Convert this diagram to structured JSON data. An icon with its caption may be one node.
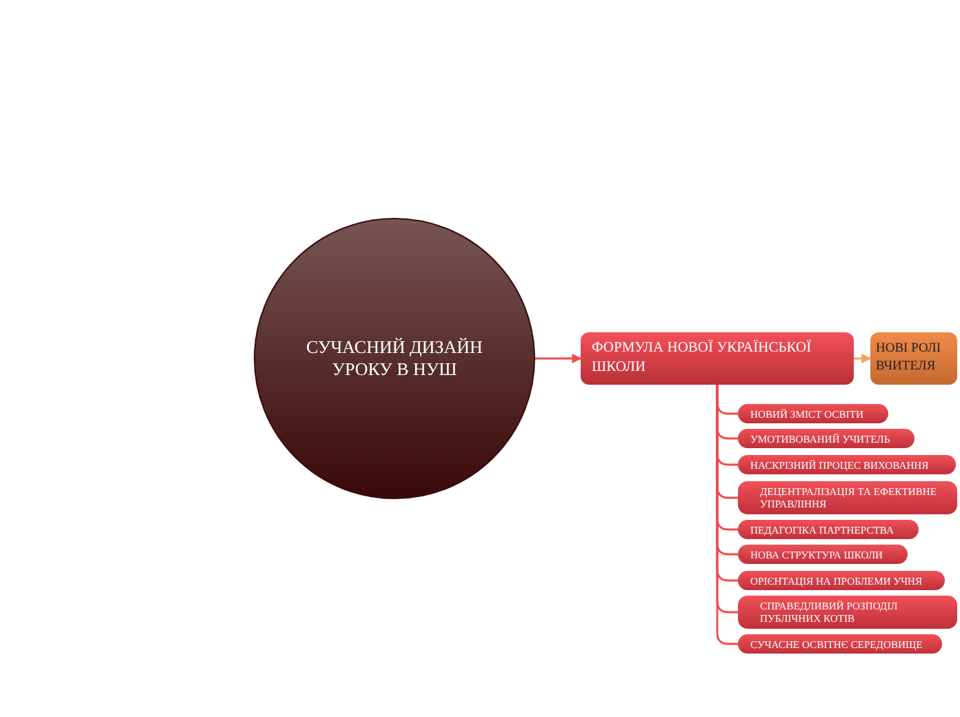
{
  "diagram": {
    "nodes": [
      {
        "text": [
          "СУЧАСНИЙ ДИЗАЙН УРОКУ В НУШ"
        ]
      },
      {
        "text": [
          "ФОРМУЛА НОВОЇ УКРАЇНСЬКОЇ ШКОЛИ"
        ]
      },
      {
        "text": [
          "НОВІ РОЛІ ВЧИТЕЛЯ"
        ]
      },
      {
        "text": [
          "НОВИЙ ЗМІСТ ОСВІТИ"
        ]
      },
      {
        "text": [
          "УМОТИВОВАНИЙ УЧИТЕЛЬ"
        ]
      },
      {
        "text": [
          "НАСКРІЗНИЙ ПРОЦЕС ВИХОВАННЯ"
        ]
      },
      {
        "text": [
          "ДЕЦЕНТРАЛІЗАЦІЯ ТА ЕФЕКТИВНЕ УПРАВЛІННЯ"
        ]
      },
      {
        "text": [
          "ПЕДАГОГІКА ПАРТНЕРСТВА"
        ]
      },
      {
        "text": [
          "НОВА СТРУКТУРА ШКОЛИ"
        ]
      },
      {
        "text": [
          "ОРІЄНТАЦІЯ НА ПРОБЛЕМИ УЧНЯ"
        ]
      },
      {
        "text": [
          "СПРАВЕДЛИВИЙ РОЗПОДІЛ ПУБЛІЧНИХ КОТІВ"
        ]
      },
      {
        "text": [
          "СУЧАСНЕ ОСВІТНЄ СЕРЕДОВИЩЕ"
        ]
      }
    ],
    "edges": [
      {
        "from": 0,
        "to": 1,
        "arrow": "to"
      },
      {
        "from": 1,
        "to": 2,
        "arrow": "to",
        "color": "#f0a060"
      },
      {
        "from": 1,
        "to": 3,
        "arrow": "none"
      },
      {
        "from": 1,
        "to": 4,
        "arrow": "none"
      },
      {
        "from": 1,
        "to": 5,
        "arrow": "none"
      },
      {
        "from": 1,
        "to": 6,
        "arrow": "none"
      },
      {
        "from": 1,
        "to": 7,
        "arrow": "none"
      },
      {
        "from": 1,
        "to": 8,
        "arrow": "none"
      },
      {
        "from": 1,
        "to": 9,
        "arrow": "none"
      },
      {
        "from": 1,
        "to": 10,
        "arrow": "none"
      },
      {
        "from": 1,
        "to": 11,
        "arrow": "none"
      }
    ]
  }
}
